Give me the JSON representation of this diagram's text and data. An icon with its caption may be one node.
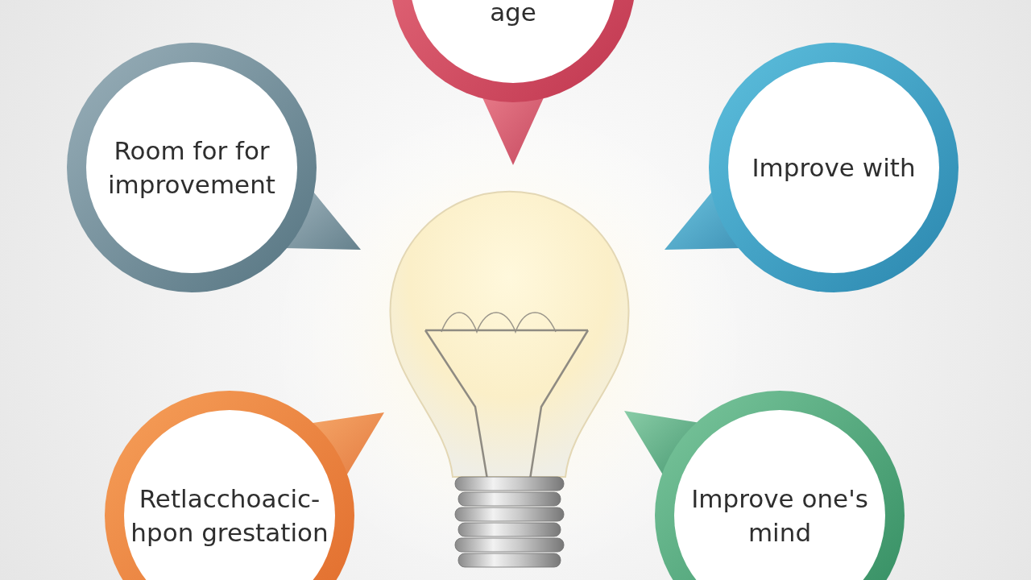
{
  "diagram": {
    "nodes": [
      {
        "text": [
          "age"
        ]
      },
      {
        "text": [
          "Room for for improvement"
        ]
      },
      {
        "text": [
          "Improve with"
        ]
      },
      {
        "text": [
          "Retlacchoacic- hpon grestation"
        ]
      },
      {
        "text": [
          "Improve one's mind"
        ]
      }
    ]
  }
}
